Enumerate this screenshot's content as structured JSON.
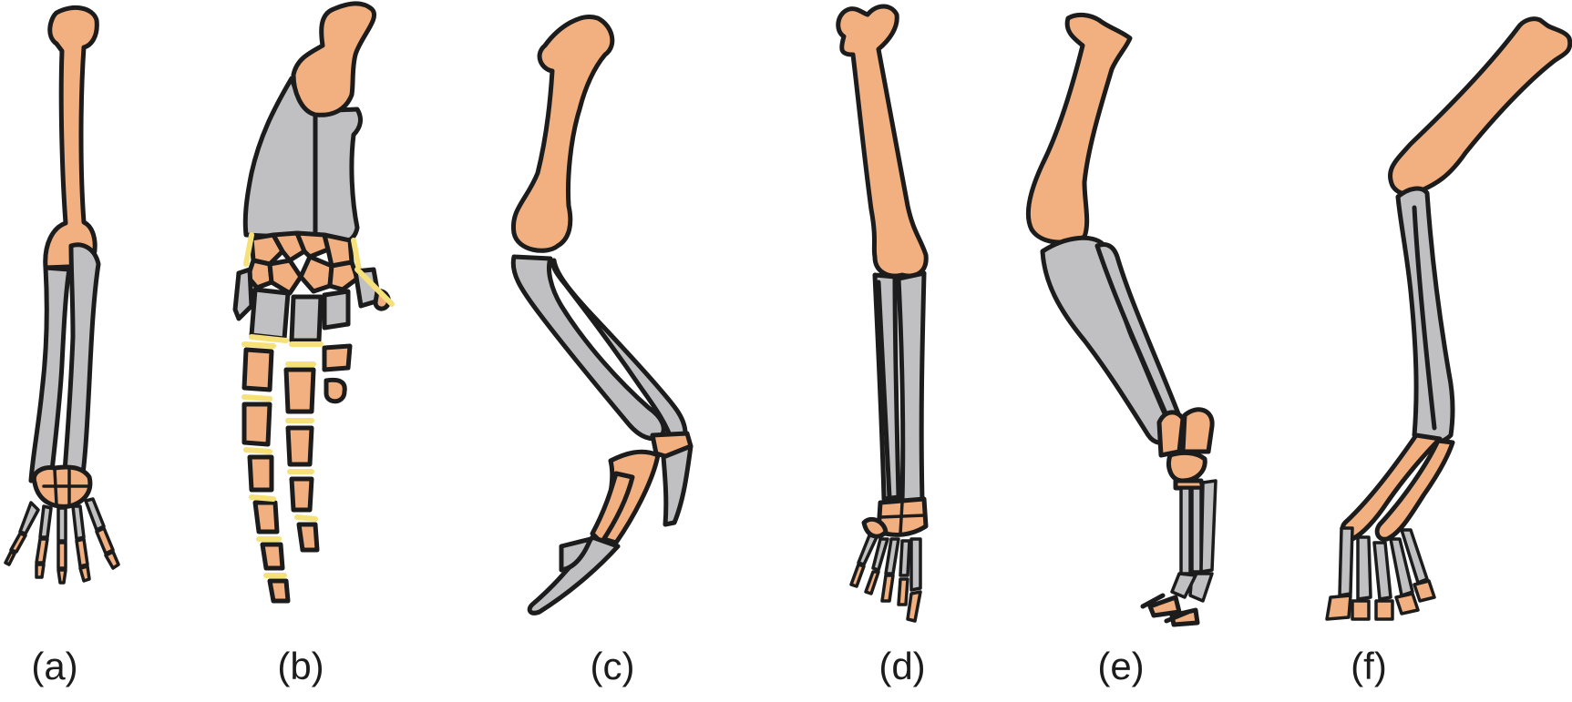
{
  "figure": {
    "labels": [
      "(a)",
      "(b)",
      "(c)",
      "(d)",
      "(e)",
      "(f)"
    ],
    "colors": {
      "bone_orange": "#f2b080",
      "bone_gray": "#c0c0c2",
      "cartilage_yellow": "#f6e07a",
      "outline": "#1c1c1c"
    }
  }
}
